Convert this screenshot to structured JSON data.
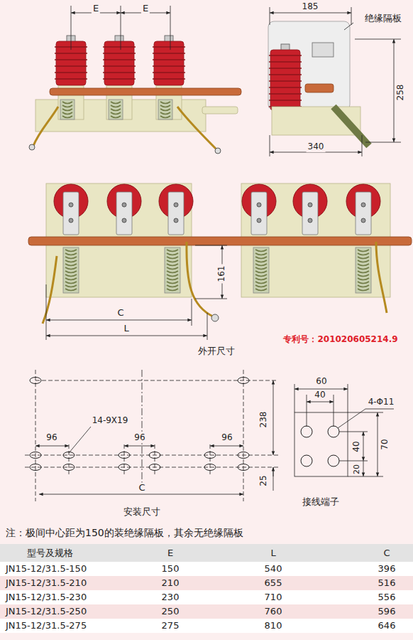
{
  "diagram": {
    "labels": [
      "E",
      "E",
      "185",
      "绝缘隔板",
      "258",
      "340",
      "161",
      "C",
      "L",
      "专利号：201020605214.9",
      "外开尺寸",
      "96",
      "14-9X19",
      "96",
      "96",
      "238",
      "25",
      "C",
      "安装尺寸",
      "60",
      "40",
      "4-Φ11",
      "40",
      "70",
      "20",
      "接线端子",
      "注：极间中心距为150的装绝缘隔板，其余无绝缘隔板",
      "型号及规格",
      "E",
      "L",
      "C",
      "JN15-12/31.5-150",
      "150",
      "540",
      "396",
      "JN15-12/31.5-210",
      "210",
      "655",
      "516",
      "JN15-12/31.5-230",
      "230",
      "710",
      "556",
      "JN15-12/31.5-250",
      "250",
      "760",
      "596",
      "JN15-12/31.5-275",
      "275",
      "810",
      "646"
    ]
  }
}
